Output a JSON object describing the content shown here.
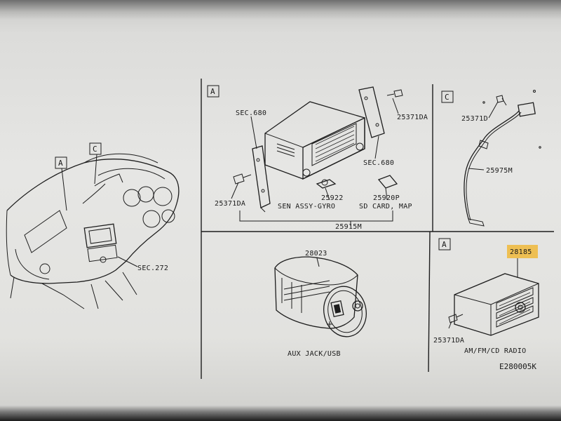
{
  "panels": {
    "left": {
      "tags": [
        "A",
        "C"
      ],
      "sec": "SEC.272"
    },
    "A": {
      "tag": "A",
      "labels": {
        "sec680_a": "SEC.680",
        "p25371da_a": "25371DA",
        "sec680_b": "SEC.680",
        "p25371da_b": "25371DA",
        "p25922": "25922",
        "sen_assy": "SEN ASSY-GYRO",
        "p25920p": "25920P",
        "sd_card": "SD CARD, MAP",
        "p25915m": "25915M"
      }
    },
    "C": {
      "tag": "C",
      "labels": {
        "p25371d": "25371D",
        "p25975m": "25975M"
      }
    },
    "aux": {
      "part": "28023",
      "caption": "AUX JACK/USB"
    },
    "A2": {
      "tag": "A",
      "labels": {
        "p28185": "28185",
        "p25371da": "25371DA",
        "caption": "AM/FM/CD RADIO"
      }
    },
    "footer": {
      "code": "E280005K"
    }
  },
  "colors": {
    "highlight": "#f0b93a",
    "paper": "#e6e6e4",
    "ink": "#1d1d1d"
  }
}
